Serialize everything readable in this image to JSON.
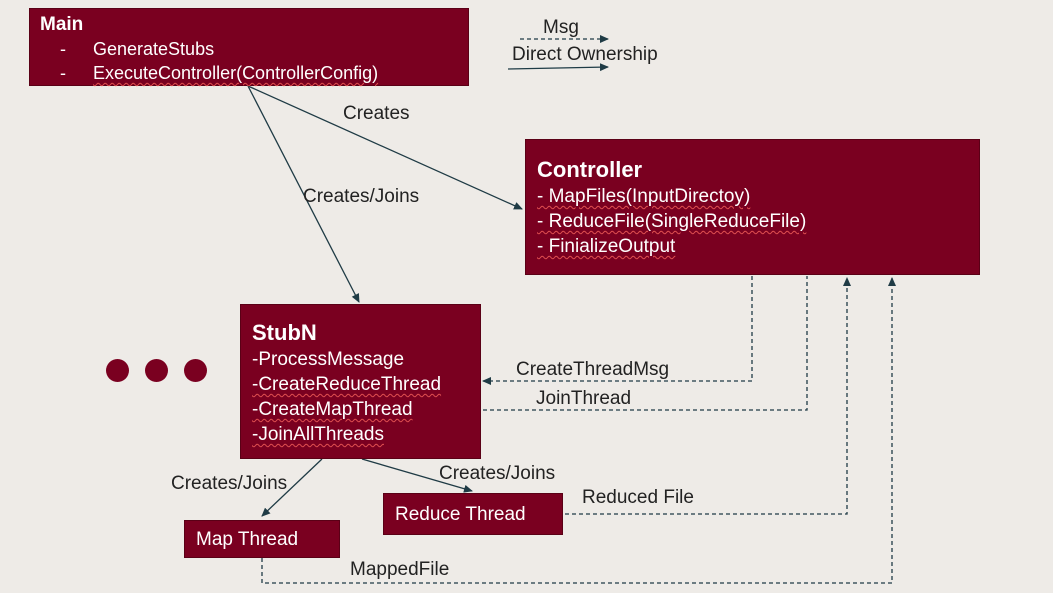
{
  "legend": {
    "msg": "Msg",
    "ownership": "Direct Ownership"
  },
  "main": {
    "title": "Main",
    "bullet": "-",
    "items": [
      "GenerateStubs",
      "ExecuteController(ControllerConfig)"
    ]
  },
  "controller": {
    "title": "Controller",
    "items": [
      "- MapFiles(InputDirectoy)",
      "- ReduceFile(SingleReduceFile)",
      "- FinializeOutput"
    ]
  },
  "stub": {
    "title": "StubN",
    "items": [
      "-ProcessMessage",
      "-CreateReduceThread",
      "-CreateMapThread",
      "-JoinAllThreads"
    ]
  },
  "map_thread": {
    "title": "Map Thread"
  },
  "reduce_thread": {
    "title": "Reduce Thread"
  },
  "labels": {
    "creates": "Creates",
    "creates_joins_stub": "Creates/Joins",
    "create_thread_msg": "CreateThreadMsg",
    "join_thread": "JoinThread",
    "creates_joins_reduce": "Creates/Joins",
    "creates_joins_map": "Creates/Joins",
    "reduced_file": "Reduced File",
    "mapped_file": "MappedFile"
  },
  "colors": {
    "box": "#7a0020",
    "background": "#eeebe7",
    "line": "#1f3b45"
  }
}
